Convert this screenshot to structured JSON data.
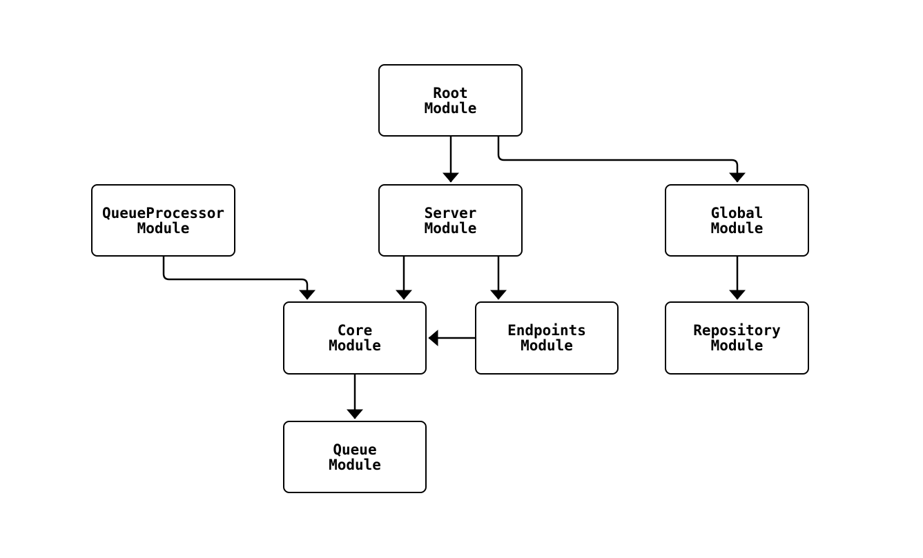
{
  "diagram": {
    "type": "module-dependency-flowchart",
    "background": "#ffffff",
    "colors": {
      "edge": "#000000",
      "node_border": "#000000",
      "node_fill": "#ffffff",
      "text": "#000000"
    },
    "nodes": [
      {
        "id": "root-module",
        "label": "Root\nModule"
      },
      {
        "id": "queueprocessor-module",
        "label": "QueueProcessor\nModule"
      },
      {
        "id": "server-module",
        "label": "Server\nModule"
      },
      {
        "id": "global-module",
        "label": "Global\nModule"
      },
      {
        "id": "core-module",
        "label": "Core\nModule"
      },
      {
        "id": "endpoints-module",
        "label": "Endpoints\nModule"
      },
      {
        "id": "repository-module",
        "label": "Repository\nModule"
      },
      {
        "id": "queue-module",
        "label": "Queue\nModule"
      }
    ],
    "edges": [
      {
        "from": "root-module",
        "to": "server-module"
      },
      {
        "from": "root-module",
        "to": "global-module"
      },
      {
        "from": "queueprocessor-module",
        "to": "core-module"
      },
      {
        "from": "server-module",
        "to": "core-module"
      },
      {
        "from": "server-module",
        "to": "endpoints-module"
      },
      {
        "from": "endpoints-module",
        "to": "core-module"
      },
      {
        "from": "global-module",
        "to": "repository-module"
      },
      {
        "from": "core-module",
        "to": "queue-module"
      }
    ]
  }
}
